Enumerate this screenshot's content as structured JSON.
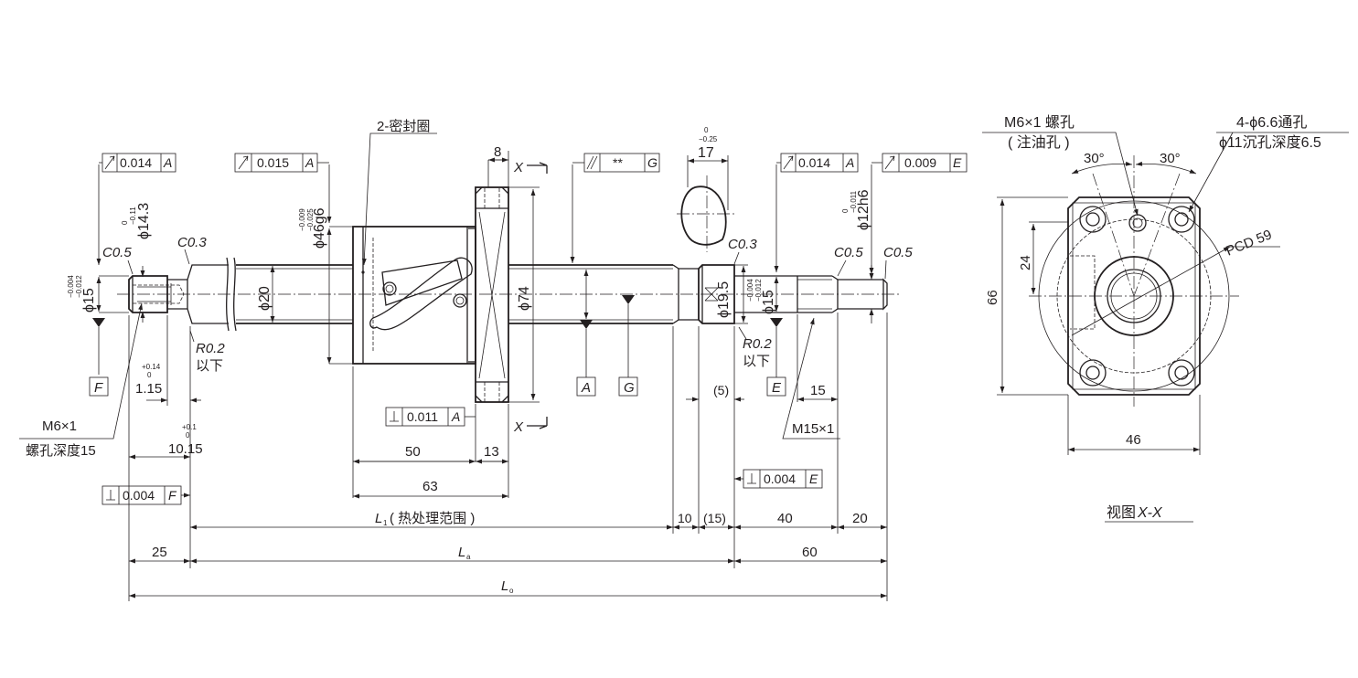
{
  "front_view": {
    "label_seal": "2-密封圈",
    "dim_8": "8",
    "dim_17": "17",
    "dim_17_tol_upper": "0",
    "dim_17_tol_lower": "−0.25",
    "section_mark": "X",
    "frame_runout_left": {
      "value": "0.014",
      "datum": "A"
    },
    "frame_runout_nut": {
      "value": "0.015",
      "datum": "A"
    },
    "frame_parallel": {
      "value": "**",
      "datum": "G"
    },
    "frame_runout_right": {
      "value": "0.014",
      "datum": "A"
    },
    "frame_runout_end": {
      "value": "0.009",
      "datum": "E"
    },
    "frame_perp_flange": {
      "value": "0.011",
      "datum": "A"
    },
    "frame_perp_left": {
      "value": "0.004",
      "datum": "F"
    },
    "frame_perp_right": {
      "value": "0.004",
      "datum": "E"
    },
    "phi15_left": "ϕ15",
    "phi15_left_tol_upper": "−0.004",
    "phi15_left_tol_lower": "−0.012",
    "phi14_3": "ϕ14.3",
    "phi14_3_tol_upper": "0",
    "phi14_3_tol_lower": "−0.11",
    "c05_left": "C0.5",
    "c03_left": "C0.3",
    "phi46g6": "ϕ46g6",
    "phi46_tol_upper": "−0.009",
    "phi46_tol_lower": "−0.025",
    "phi20": "ϕ20",
    "phi74": "ϕ74",
    "phi19_5": "ϕ19.5",
    "phi15_right": "ϕ15",
    "phi15_right_tol_upper": "−0.004",
    "phi15_right_tol_lower": "−0.012",
    "phi12h6": "ϕ12h6",
    "phi12_tol_upper": "0",
    "phi12_tol_lower": "−0.011",
    "c03_right": "C0.3",
    "c05_right1": "C0.5",
    "c05_right2": "C0.5",
    "r02_left": "R0.2",
    "r02_left_note": "以下",
    "r02_right": "R0.2",
    "r02_right_note": "以下",
    "dim_1_15": "1.15",
    "dim_1_15_tol_upper": "+0.14",
    "dim_1_15_tol_lower": "0",
    "dim_10_15": "10.15",
    "dim_10_15_tol_upper": "+0.1",
    "dim_10_15_tol_lower": "0",
    "m6_line1": "M6×1",
    "m6_line2": "螺孔深度15",
    "datum_F": "F",
    "datum_A": "A",
    "datum_G": "G",
    "datum_E": "E",
    "dim_5": "(5)",
    "dim_15_thread": "15",
    "m15": "M15×1",
    "dim_50": "50",
    "dim_13": "13",
    "dim_63": "63",
    "dim_L1_symbol": "L",
    "dim_L1_sub": "1",
    "dim_L1_note": "( 热处理范围 )",
    "dim_10": "10",
    "dim_15_paren": "(15)",
    "dim_40": "40",
    "dim_20": "20",
    "dim_25": "25",
    "dim_La_symbol": "L",
    "dim_La_sub": "a",
    "dim_60": "60",
    "dim_Lo_symbol": "L",
    "dim_Lo_sub": "o"
  },
  "side_view": {
    "m6_hole": "M6×1 螺孔",
    "m6_hole_note": "( 注油孔 )",
    "through_hole": "4-ϕ6.6通孔",
    "counterbore": "ϕ11沉孔深度6.5",
    "angle_left": "30°",
    "angle_right": "30°",
    "pcd": "PCD 59",
    "dim_24": "24",
    "dim_66": "66",
    "dim_46": "46",
    "caption_prefix": "视图",
    "caption_italic": "X-X"
  }
}
